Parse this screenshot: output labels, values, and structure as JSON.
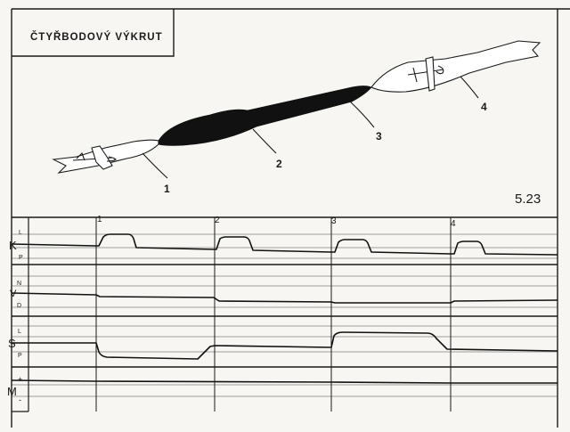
{
  "title": "ČTYŘBODOVÝ VÝKRUT",
  "figure_number": "5.23",
  "diagram_callouts": [
    "1",
    "2",
    "3",
    "4"
  ],
  "timeline_markers": [
    "1",
    "2",
    "3",
    "4"
  ],
  "channels": [
    {
      "name": "K",
      "upper": "L",
      "lower": "P"
    },
    {
      "name": "V",
      "upper": "N",
      "lower": "D"
    },
    {
      "name": "S",
      "upper": "L",
      "lower": "P"
    },
    {
      "name": "M",
      "upper": "+",
      "lower": "-"
    }
  ],
  "colors": {
    "ink": "#1a1a1a",
    "paper": "#f7f6f2",
    "smoke": "#111111"
  }
}
